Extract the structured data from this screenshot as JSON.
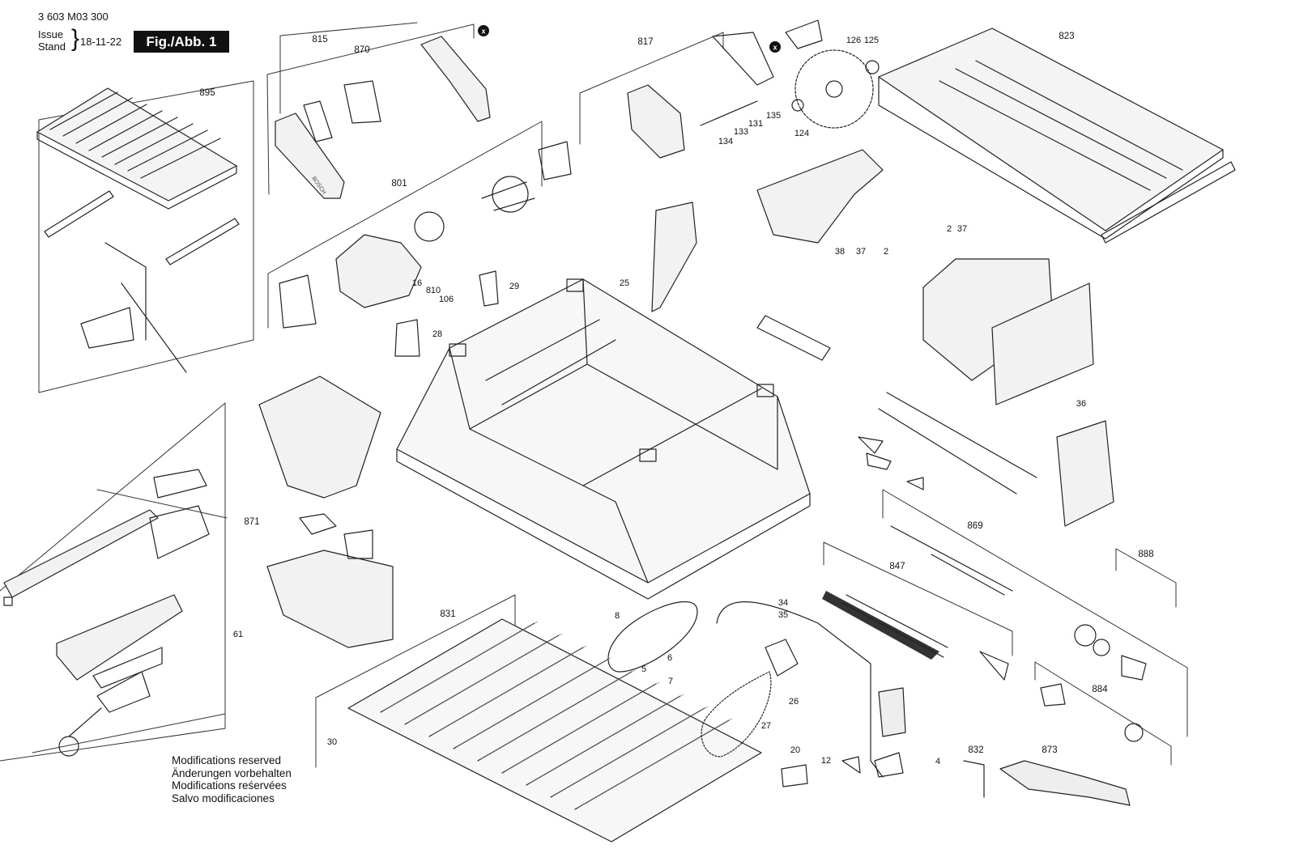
{
  "header": {
    "document_id": "3 603 M03 300",
    "issue_label": "Issue",
    "stand_label": "Stand",
    "issue_date": "18-11-22",
    "figure_label": "Fig./Abb. 1"
  },
  "notice": {
    "lines": [
      "Modifications reserved",
      "Änderungen vorbehalten",
      "Modifications reśervées",
      "Salvo modificaciones"
    ]
  },
  "callout_x": "x",
  "brand_mark": "BOSCH",
  "assembly_labels": [
    "815",
    "870",
    "895",
    "801",
    "817",
    "823",
    "871",
    "831",
    "869",
    "847",
    "888",
    "884",
    "873",
    "832"
  ],
  "part_labels": [
    "126",
    "125",
    "135",
    "133",
    "131",
    "134",
    "124",
    "38",
    "37",
    "2",
    "37",
    "2",
    "25",
    "29",
    "16",
    "810",
    "106",
    "28",
    "36",
    "61",
    "8",
    "5",
    "6",
    "7",
    "34",
    "35",
    "26",
    "27",
    "30",
    "20",
    "12",
    "4"
  ]
}
